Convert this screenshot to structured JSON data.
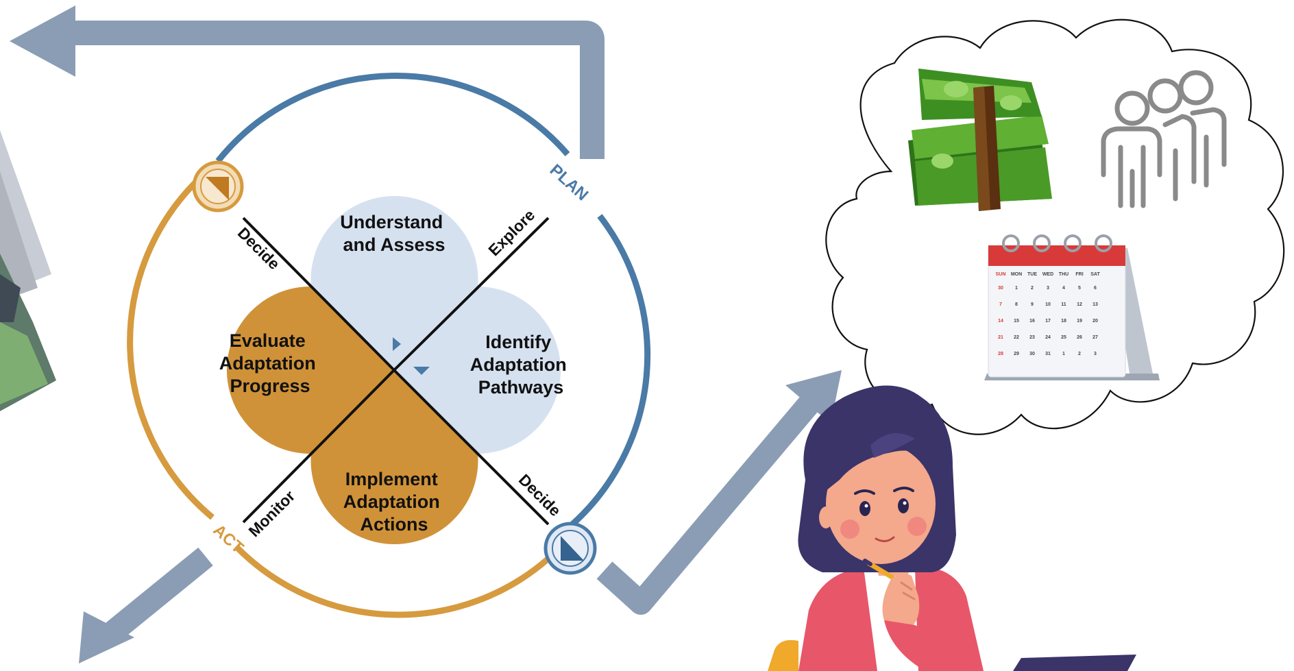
{
  "diagram": {
    "petals": {
      "top": {
        "line1": "Understand",
        "line2": "and Assess"
      },
      "right": {
        "line1": "Identify",
        "line2": "Adaptation",
        "line3": "Pathways"
      },
      "bottom": {
        "line1": "Implement",
        "line2": "Adaptation",
        "line3": "Actions"
      },
      "left": {
        "line1": "Evaluate",
        "line2": "Adaptation",
        "line3": "Progress"
      }
    },
    "axis_labels": {
      "top_left": "Decide",
      "top_right": "Explore",
      "bottom_right": "Decide",
      "bottom_left": "Monitor"
    },
    "cycle_labels": {
      "plan": "PLAN",
      "act": "ACT"
    }
  },
  "calendar": {
    "days": [
      "SUN",
      "MON",
      "TUE",
      "WED",
      "THU",
      "FRI",
      "SAT"
    ],
    "weeks": [
      [
        "30",
        "1",
        "2",
        "3",
        "4",
        "5",
        "6"
      ],
      [
        "7",
        "8",
        "9",
        "10",
        "11",
        "12",
        "13"
      ],
      [
        "14",
        "15",
        "16",
        "17",
        "18",
        "19",
        "20"
      ],
      [
        "21",
        "22",
        "23",
        "24",
        "25",
        "26",
        "27"
      ],
      [
        "28",
        "29",
        "30",
        "31",
        "1",
        "2",
        "3"
      ]
    ]
  },
  "colors": {
    "plan_blue": "#4a7aa6",
    "act_gold": "#d69a3f",
    "petal_blue": "#d6e1f0",
    "petal_gold": "#d09238",
    "arrow_steel": "#8a9db5",
    "money_green": "#3d8f22",
    "person_gray": "#8a8a8a",
    "calendar_red": "#d83a3a",
    "shirt_pink": "#e8566a",
    "hair_navy": "#3b3469"
  }
}
